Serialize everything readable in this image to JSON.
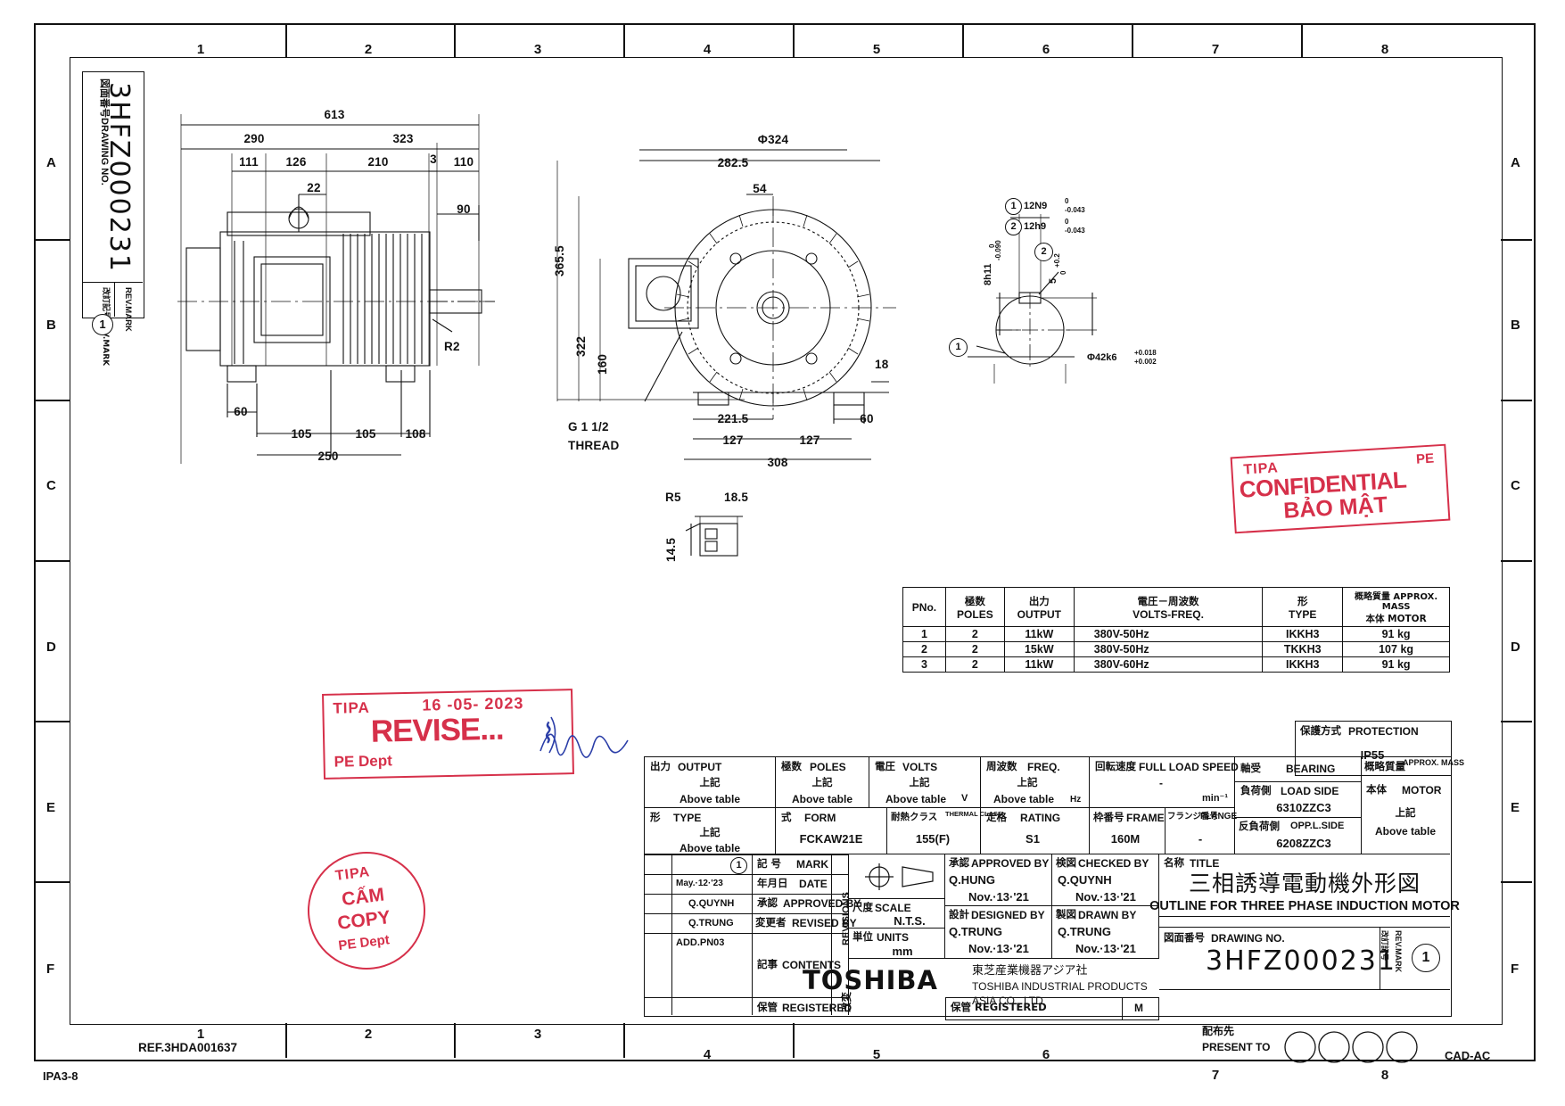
{
  "sheet": {
    "drawing_no_label": "図面番号DRAWING NO.",
    "drawing_no": "3HFZ000231",
    "rev_mark_label": "改訂記号REV.MARK",
    "rev_mark_label_en": "REV.MARK",
    "rev_mark_value": "1",
    "footer_ref": "REF.3HDA001637",
    "footer_code": "IPA3-8",
    "footer_cad": "CAD-AC",
    "present_to_label": "配布先",
    "present_to_label_en": "PRESENT TO",
    "registered_label": "保管 REGISTERED",
    "registered_mark": "M",
    "col_labels": [
      "1",
      "2",
      "3",
      "4",
      "5",
      "6",
      "7",
      "8"
    ],
    "row_labels": [
      "A",
      "B",
      "C",
      "D",
      "E",
      "F"
    ]
  },
  "views": {
    "side": {
      "dims": [
        "613",
        "290",
        "323",
        "111",
        "126",
        "210",
        "3",
        "110",
        "22",
        "90",
        "365.5",
        "322",
        "160",
        "R2",
        "60",
        "105",
        "105",
        "108",
        "250"
      ]
    },
    "front": {
      "dims": [
        "Φ324",
        "282.5",
        "54",
        "18",
        "221.5",
        "127",
        "127",
        "308",
        "60"
      ],
      "thread_label": "G 1 1/2",
      "thread_label2": "THREAD"
    },
    "key_detail": {
      "note1_num": "1",
      "note1": "12N9",
      "note1_tol_top": "0",
      "note1_tol_bot": "-0.043",
      "note2_num": "2",
      "note2": "12h9",
      "note2_tol_top": "0",
      "note2_tol_bot": "-0.043",
      "h_dim": "8h11",
      "h_tol_top": "0",
      "h_tol_bot": "-0.090",
      "five": "5",
      "five_tol_top": "+0.2",
      "five_tol_bot": "0",
      "shaft": "Φ42k6",
      "shaft_tol_top": "+0.018",
      "shaft_tol_bot": "+0.002",
      "bubble2": "2",
      "bubble1": "1"
    },
    "key_section": {
      "r5": "R5",
      "w": "18.5",
      "h": "14.5"
    }
  },
  "spec_table": {
    "headers": [
      {
        "jp": "PNo.",
        "en": ""
      },
      {
        "jp": "極数",
        "en": "POLES"
      },
      {
        "jp": "出力",
        "en": "OUTPUT"
      },
      {
        "jp": "電圧－周波数",
        "en": "VOLTS-FREQ."
      },
      {
        "jp": "形",
        "en": "TYPE"
      },
      {
        "jp": "概略質量 APPROX. MASS",
        "en": "本体  MOTOR"
      }
    ],
    "rows": [
      {
        "pno": "1",
        "poles": "2",
        "output": "11kW",
        "volts_freq": "380V-50Hz",
        "type": "IKKH3",
        "mass": "91 kg"
      },
      {
        "pno": "2",
        "poles": "2",
        "output": "15kW",
        "volts_freq": "380V-50Hz",
        "type": "TKKH3",
        "mass": "107 kg"
      },
      {
        "pno": "3",
        "poles": "2",
        "output": "11kW",
        "volts_freq": "380V-60Hz",
        "type": "IKKH3",
        "mass": "91 kg"
      }
    ]
  },
  "title_block": {
    "protection": {
      "label_jp": "保護方式",
      "label_en": "PROTECTION",
      "value": "IP55"
    },
    "output": {
      "label_jp": "出力",
      "label_en": "OUTPUT",
      "value_jp": "上記",
      "value_en": "Above table"
    },
    "poles": {
      "label_jp": "極数",
      "label_en": "POLES",
      "value_jp": "上記",
      "value_en": "Above table"
    },
    "volts": {
      "label_jp": "電圧",
      "label_en": "VOLTS",
      "value_jp": "上記",
      "value_en": "Above table",
      "unit": "V"
    },
    "freq": {
      "label_jp": "周波数",
      "label_en": "FREQ.",
      "value_jp": "上記",
      "value_en": "Above table",
      "unit": "Hz"
    },
    "full_load_speed": {
      "label_jp": "回転速度",
      "label_en": "FULL LOAD SPEED",
      "value": "-",
      "unit": "min⁻¹"
    },
    "bearing": {
      "label_jp": "軸受",
      "label_en": "BEARING",
      "load_side_jp": "負荷側",
      "load_side_en": "LOAD SIDE",
      "load_side_value": "6310ZZC3",
      "opp_jp": "反負荷側",
      "opp_en": "OPP.L.SIDE",
      "opp_value": "6208ZZC3"
    },
    "approx_mass": {
      "label_jp": "概略質量",
      "label_en": "APPROX. MASS",
      "motor_jp": "本体",
      "motor_en": "MOTOR",
      "value_jp": "上記",
      "value_en": "Above table"
    },
    "type": {
      "label_jp": "形",
      "label_en": "TYPE",
      "value_jp": "上記",
      "value_en": "Above table"
    },
    "form": {
      "label_jp": "式",
      "label_en": "FORM",
      "value": "FCKAW21E"
    },
    "thermal_class": {
      "label_jp": "耐熱クラス",
      "label_en": "THERMAL CLASS",
      "value": "155(F)"
    },
    "rating": {
      "label_jp": "定格",
      "label_en": "RATING",
      "value": "S1"
    },
    "frame": {
      "label_jp": "枠番号",
      "label_en": "FRAME",
      "value": "160M"
    },
    "flange": {
      "label_jp": "フランジ番号",
      "label_en": "FLANGE",
      "value": "-"
    },
    "scale": {
      "label_jp": "尺度",
      "label_en": "SCALE",
      "value": "N.T.S."
    },
    "units": {
      "label_jp": "単位",
      "label_en": "UNITS",
      "value": "mm"
    },
    "approved_by": {
      "label_jp": "承認",
      "label_en": "APPROVED BY",
      "name": "Q.HUNG",
      "date": "Nov.·13·'21"
    },
    "designed_by": {
      "label_jp": "設計",
      "label_en": "DESIGNED BY",
      "name": "Q.TRUNG",
      "date": "Nov.·13·'21"
    },
    "checked_by": {
      "label_jp": "検図",
      "label_en": "CHECKED BY",
      "name": "Q.QUYNH",
      "date": "Nov.·13·'21"
    },
    "drawn_by": {
      "label_jp": "製図",
      "label_en": "DRAWN BY",
      "name": "Q.TRUNG",
      "date": "Nov.·13·'21"
    },
    "title": {
      "label_jp": "名称",
      "label_en": "TITLE",
      "value_jp": "三相誘導電動機外形図",
      "value_en": "OUTLINE FOR THREE PHASE INDUCTION MOTOR"
    },
    "drawing_no": {
      "label_jp": "図面番号",
      "label_en": "DRAWING NO.",
      "value": "3HFZ000231"
    },
    "rev_mark": {
      "label_jp": "改訂記号",
      "label_en": "REV.MARK",
      "value": "1"
    },
    "company": {
      "logo": "TOSHIBA",
      "name_jp": "東芝産業機器アジア社",
      "name_en1": "TOSHIBA INDUSTRIAL PRODUCTS",
      "name_en2": "ASIA CO., LTD"
    }
  },
  "revisions": {
    "side_label_jp": "改変",
    "side_label_en": "REVISIONS",
    "rows": [
      {
        "label_jp": "記  号",
        "label_en": "MARK",
        "value": "1",
        "circled": true
      },
      {
        "label_jp": "年月日",
        "label_en": "DATE",
        "value": "May.·12·'23"
      },
      {
        "label_jp": "承認",
        "label_en": "APPROVED BY",
        "value": "Q.QUYNH"
      },
      {
        "label_jp": "変更者",
        "label_en": "REVISED BY",
        "value": "Q.TRUNG"
      },
      {
        "label_jp": "記事",
        "label_en": "CONTENTS",
        "value": "ADD.PN03"
      },
      {
        "label_jp": "保管",
        "label_en": "REGISTERED",
        "value": ""
      }
    ]
  },
  "stamps": {
    "confidential": {
      "org": "TIPA",
      "dept": "PE",
      "line1": "CONFIDENTIAL",
      "line2": "BẢO MẬT"
    },
    "revise": {
      "org": "TIPA",
      "date": "16 -05- 2023",
      "word": "REVISE...",
      "dept": "PE Dept"
    },
    "cam_copy": {
      "org": "TIPA",
      "line1": "CẤM",
      "line2": "COPY",
      "line3": "PE Dept"
    }
  },
  "colors": {
    "ink": "#111111",
    "stamp_red": "#d6304a",
    "signature_blue": "#2b3ea8"
  }
}
